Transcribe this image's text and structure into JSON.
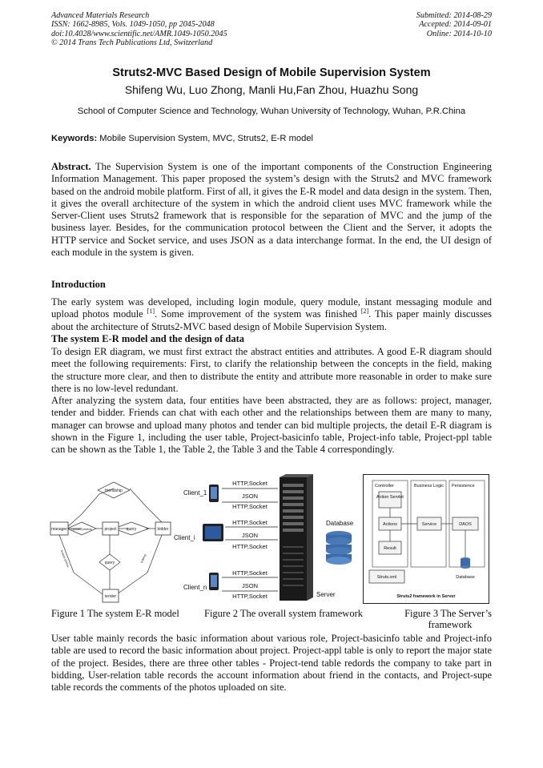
{
  "header": {
    "left": [
      "Advanced Materials Research",
      "ISSN: 1662-8985, Vols. 1049-1050, pp 2045-2048",
      "doi:10.4028/www.scientific.net/AMR.1049-1050.2045",
      "© 2014 Trans Tech Publications Ltd, Switzerland"
    ],
    "right": [
      "Submitted: 2014-08-29",
      "Accepted: 2014-09-01",
      "Online: 2014-10-10"
    ]
  },
  "title": "Struts2-MVC Based Design of Mobile Supervision System",
  "authors": "Shifeng Wu, Luo Zhong, Manli Hu,Fan Zhou, Huazhu Song",
  "affiliation": "School of Computer Science and Technology, Wuhan University of Technology, Wuhan, P.R.China",
  "keywords": {
    "label": "Keywords:",
    "text": " Mobile Supervision System, MVC, Struts2, E-R model"
  },
  "abstract": {
    "label": "Abstract.",
    "text": " The Supervision System is one of the important components of the Construction Engineering Information Management. This paper proposed the system’s design with the Struts2 and MVC framework based on the android mobile platform. First of all, it gives the E-R model and data design in the system. Then, it gives the overall architecture of the system in which the android client uses MVC framework while the Server-Client uses Struts2 framework that is responsible for the separation of MVC and the jump of the business layer. Besides, for the communication protocol between the Client and the Server, it adopts the HTTP service and Socket service, and uses JSON as a data interchange format. In the end, the UI design of each module in the system is given."
  },
  "intro_heading": "Introduction",
  "intro": {
    "a": "The early system was developed, including login module, query module, instant messaging module and upload photos module ",
    "ref1": "[1]",
    "b": ". Some improvement of the system was finished ",
    "ref2": "[2]",
    "c": ". This paper mainly discusses about the architecture of Struts2-MVC based design of Mobile Supervision System."
  },
  "er_heading": "The system E-R model and the design of data",
  "er_para1": "To design ER diagram, we must first extract the abstract entities and attributes. A good E-R diagram should meet the following requirements: First, to clarify the relationship between the concepts in the field, making the structure more clear, and then to distribute the entity and attribute more reasonable in order to make sure there is no low-level redundant.",
  "er_para2": "After analyzing the system data, four entities have been abstracted, they are as follows: project, manager, tender and bidder. Friends can chat with each other and the relationships between them are many to many, manager can browse and upload many photos and tender can bid multiple projects, the detail E-R diagram is shown in the Figure 1, including the user table, Project-basicinfo table, Project-info table, Project-ppl table can be shown as the Table 1, the Table 2, the Table 3 and the Table 4 correspondingly.",
  "fig1": {
    "entities": [
      "manager",
      "project",
      "bidder",
      "tender"
    ],
    "relations": [
      "friendship",
      "upload photos",
      "query",
      "query"
    ],
    "links": [
      "browse-photos",
      "bidding"
    ],
    "caption": "Figure 1 The system E-R model"
  },
  "fig2": {
    "clients": [
      "Client_1",
      "Client_i",
      "Client_n"
    ],
    "protocols": [
      "HTTP,Socket",
      "JSON",
      "HTTP,Socket"
    ],
    "database": "Database",
    "server": "Server",
    "caption": "Figure 2 The overall system framework"
  },
  "fig3": {
    "columns": [
      "Controller",
      "Business Logic",
      "Persistence"
    ],
    "boxes": [
      "Action Servlet",
      "Actions",
      "Result",
      "Service",
      "DAOS",
      "Database",
      "Struts.xml"
    ],
    "footer": "Struts2 framework in Server",
    "caption_line1": "Figure 3 The Server’s",
    "caption_line2": "framework"
  },
  "final_para": "User table mainly records the basic information about various role, Project-basicinfo table and Project-info table are used to record the basic information about project. Project-appl table is only to report the major state of the project. Besides, there are three other tables - Project-tend table redords the company to take part in bidding, User-relation table records the account information about friend in the contacts, and Project-supe table records the comments of the photos uploaded on site."
}
